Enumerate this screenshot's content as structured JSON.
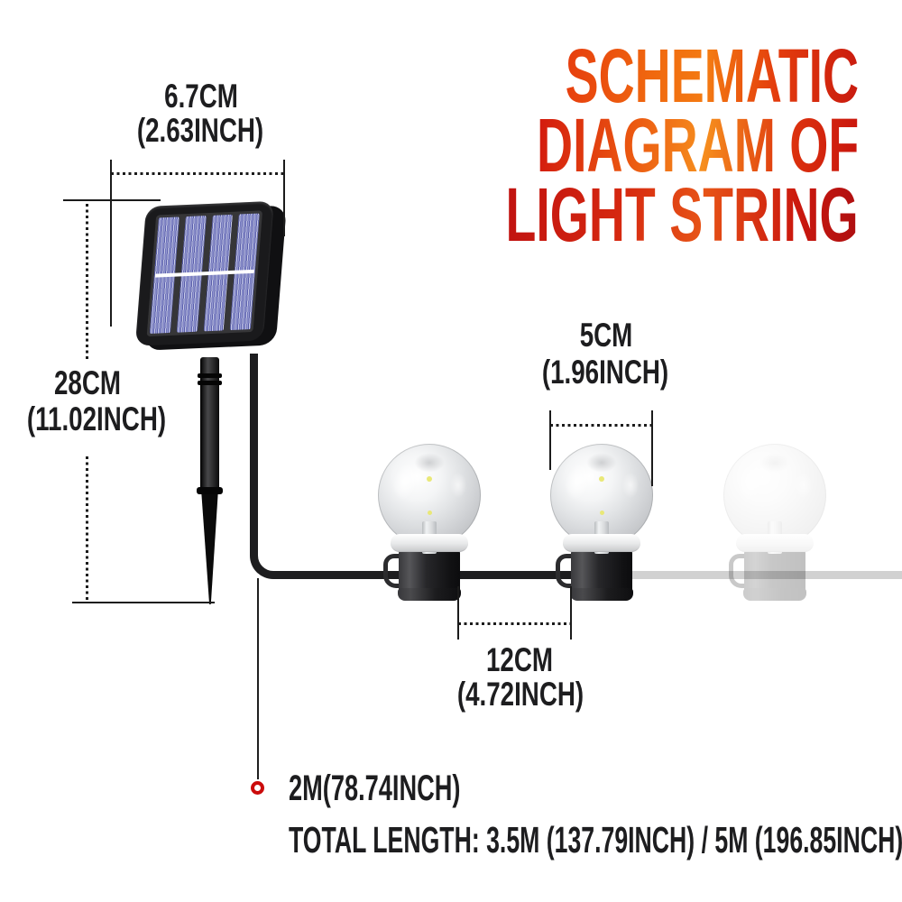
{
  "title": {
    "lines": [
      "SCHEMATIC",
      "DIAGRAM OF",
      "LIGHT STRING"
    ]
  },
  "dimensions": {
    "panel_width": {
      "metric": "6.7CM",
      "imperial": "(2.63INCH)"
    },
    "panel_height": {
      "metric": "28CM",
      "imperial": "(11.02INCH)"
    },
    "bulb_diameter": {
      "metric": "5CM",
      "imperial": "(1.96INCH)"
    },
    "bulb_spacing": {
      "metric": "12CM",
      "imperial": "(4.72INCH)"
    },
    "lead_length": {
      "label": "2M(78.74INCH)"
    },
    "total_length": {
      "label": "TOTAL LENGTH: 3.5M (137.79INCH) / 5M (196.85INCH)"
    }
  },
  "colors": {
    "title_red": "#c8150e",
    "title_orange": "#f58a1c",
    "text_black": "#1d1d1f",
    "marker_red": "#cb0b0b",
    "wire_black": "#1d1d1f",
    "wire_inactive_gray": "#d1d1d1",
    "solar_cell_blue": "#6e73b8",
    "bulb_base_black": "#1b1b1d"
  },
  "illustration": {
    "bulb_count": 3,
    "faded_bulb_count": 1
  }
}
